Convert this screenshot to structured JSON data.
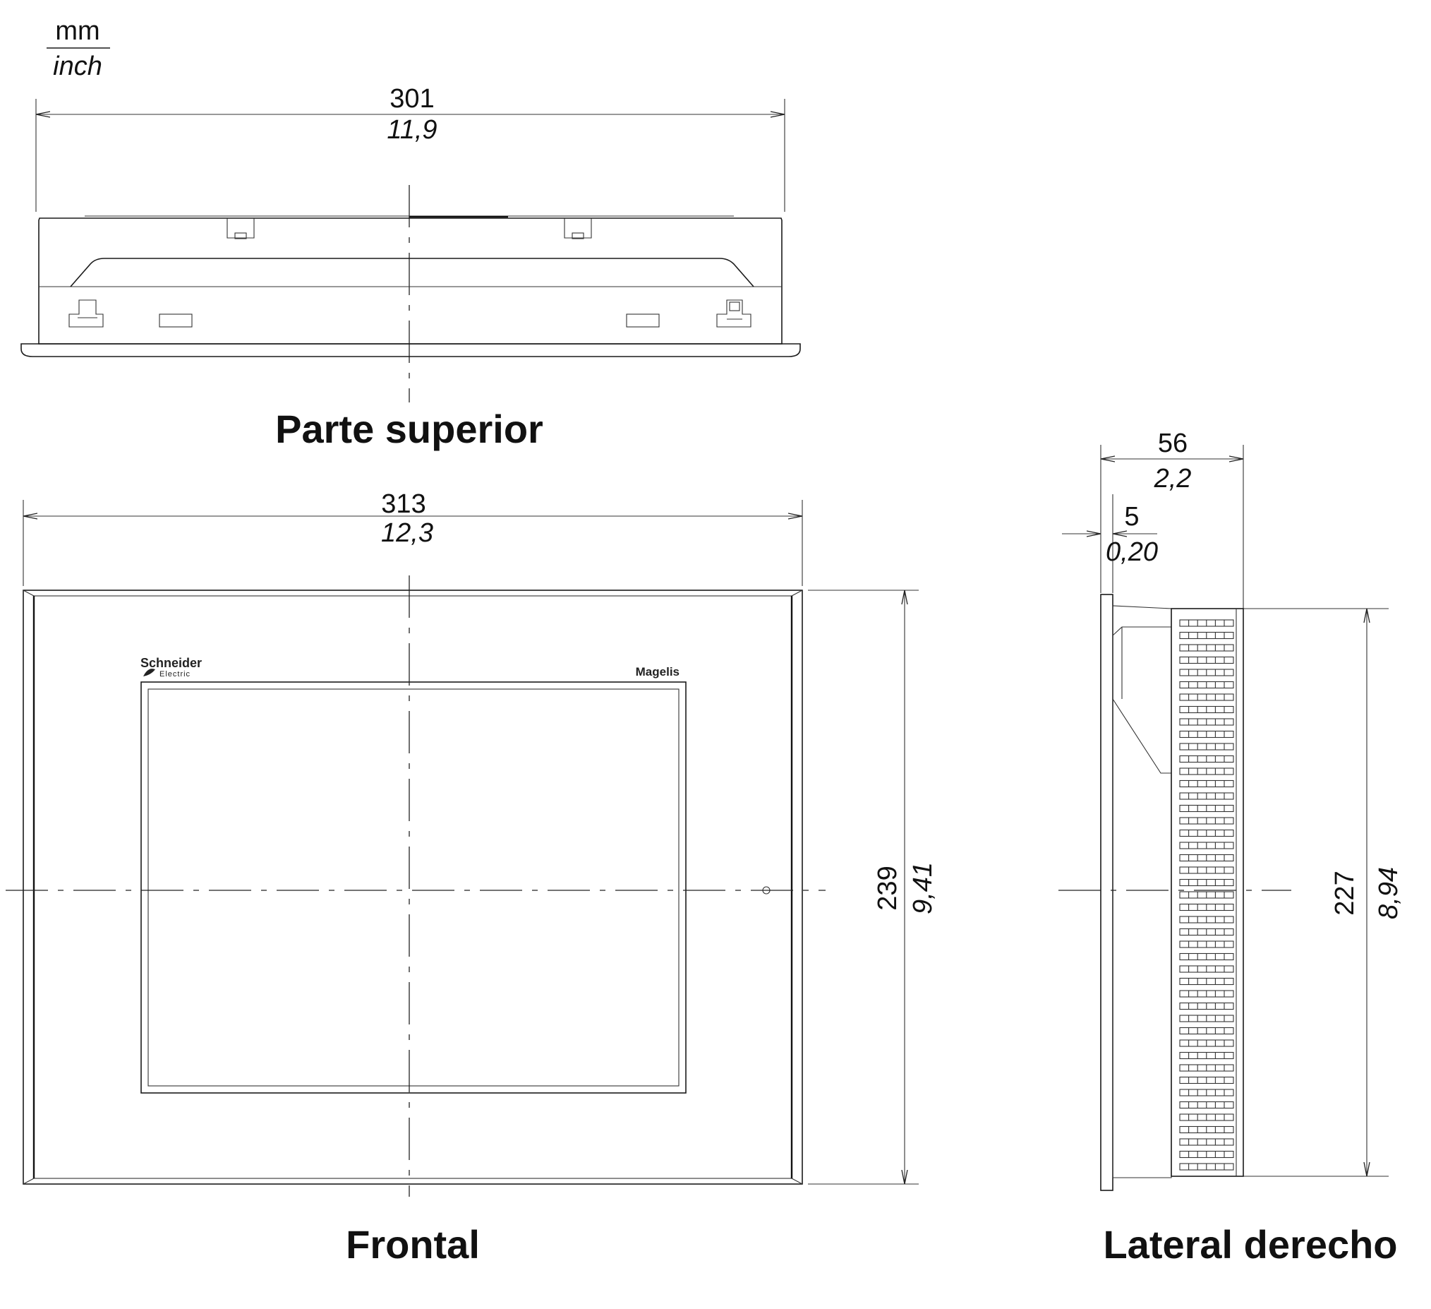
{
  "units": {
    "primary": "mm",
    "secondary": "inch"
  },
  "views": {
    "top": {
      "title": "Parte superior",
      "width_mm": "301",
      "width_inch": "11,9"
    },
    "front": {
      "title": "Frontal",
      "width_mm": "313",
      "width_inch": "12,3",
      "height_mm": "239",
      "height_inch": "9,41",
      "brand_left_line1": "Schneider",
      "brand_left_line2": "Electric",
      "brand_right": "Magelis"
    },
    "side": {
      "title": "Lateral derecho",
      "depth_mm": "56",
      "depth_inch": "2,2",
      "bezel_mm": "5",
      "bezel_inch": "0,20",
      "height_mm": "227",
      "height_inch": "8,94"
    }
  }
}
